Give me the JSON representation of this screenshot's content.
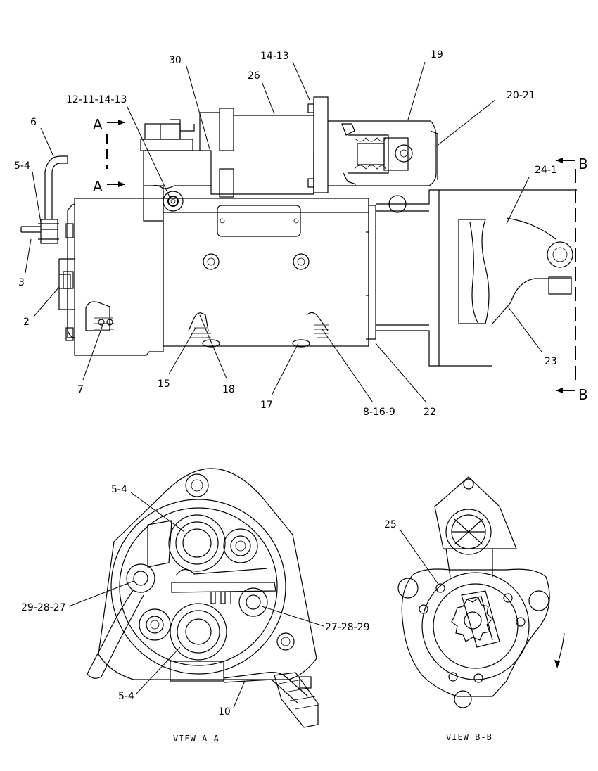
{
  "callouts": {
    "c3011": "12-11-14-13",
    "c1413": "14-13",
    "c30": "30",
    "c26": "26",
    "c19": "19",
    "c2021": "20-21",
    "c6": "6",
    "c54a": "5-4",
    "c3": "3",
    "c2": "2",
    "c7": "7",
    "c15": "15",
    "c18": "18",
    "c17": "17",
    "c8169": "8-16-9",
    "c22": "22",
    "c23": "23",
    "c241": "24-1",
    "c54b": "5-4",
    "c292827": "29-28-27",
    "c272829": "27-28-29",
    "c54c": "5-4",
    "c10": "10",
    "c25": "25"
  },
  "sections": {
    "a_top": "A",
    "a_bottom": "A",
    "b_top": "B",
    "b_bottom": "B"
  },
  "views": {
    "view_a": "VIEW A-A",
    "view_b": "VIEW B-B"
  }
}
